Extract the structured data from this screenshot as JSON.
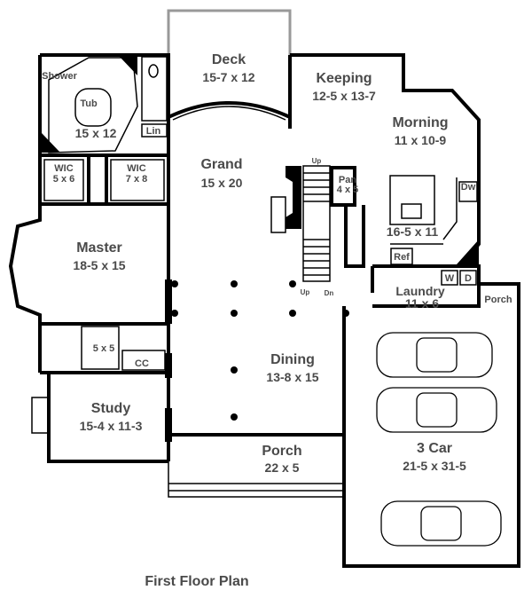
{
  "title": "First Floor Plan",
  "rooms": {
    "deck": {
      "name": "Deck",
      "size": "15-7 x 12"
    },
    "keeping": {
      "name": "Keeping",
      "size": "12-5 x 13-7"
    },
    "morning": {
      "name": "Morning",
      "size": "11 x 10-9"
    },
    "master_bath": {
      "shower": "Shower",
      "tub": "Tub",
      "size": "15 x 12",
      "linen": "Lin"
    },
    "wic_small": {
      "name": "WIC",
      "size": "5 x 6"
    },
    "wic_large": {
      "name": "WIC",
      "size": "7 x 8"
    },
    "grand": {
      "name": "Grand",
      "size": "15 x 20"
    },
    "pantry": {
      "name": "Pan",
      "size": "4 x 5"
    },
    "kitchen": {
      "size": "16-5 x 11",
      "dishwasher": "Dw",
      "refrigerator": "Ref"
    },
    "master": {
      "name": "Master",
      "size": "18-5 x 15"
    },
    "laundry": {
      "name": "Laundry",
      "size": "11 x 6",
      "washer": "W",
      "dryer": "D"
    },
    "side_porch": {
      "name": "Porch"
    },
    "stairs": {
      "up_top": "Up",
      "up_bottom": "Up",
      "down": "Dn"
    },
    "powder": {
      "size": "5 x 5"
    },
    "coat_closet": {
      "name": "CC"
    },
    "dining": {
      "name": "Dining",
      "size": "13-8 x 15"
    },
    "study": {
      "name": "Study",
      "size": "15-4 x 11-3"
    },
    "front_porch": {
      "name": "Porch",
      "size": "22 x 5"
    },
    "garage": {
      "name": "3 Car",
      "size": "21-5 x 31-5"
    }
  }
}
